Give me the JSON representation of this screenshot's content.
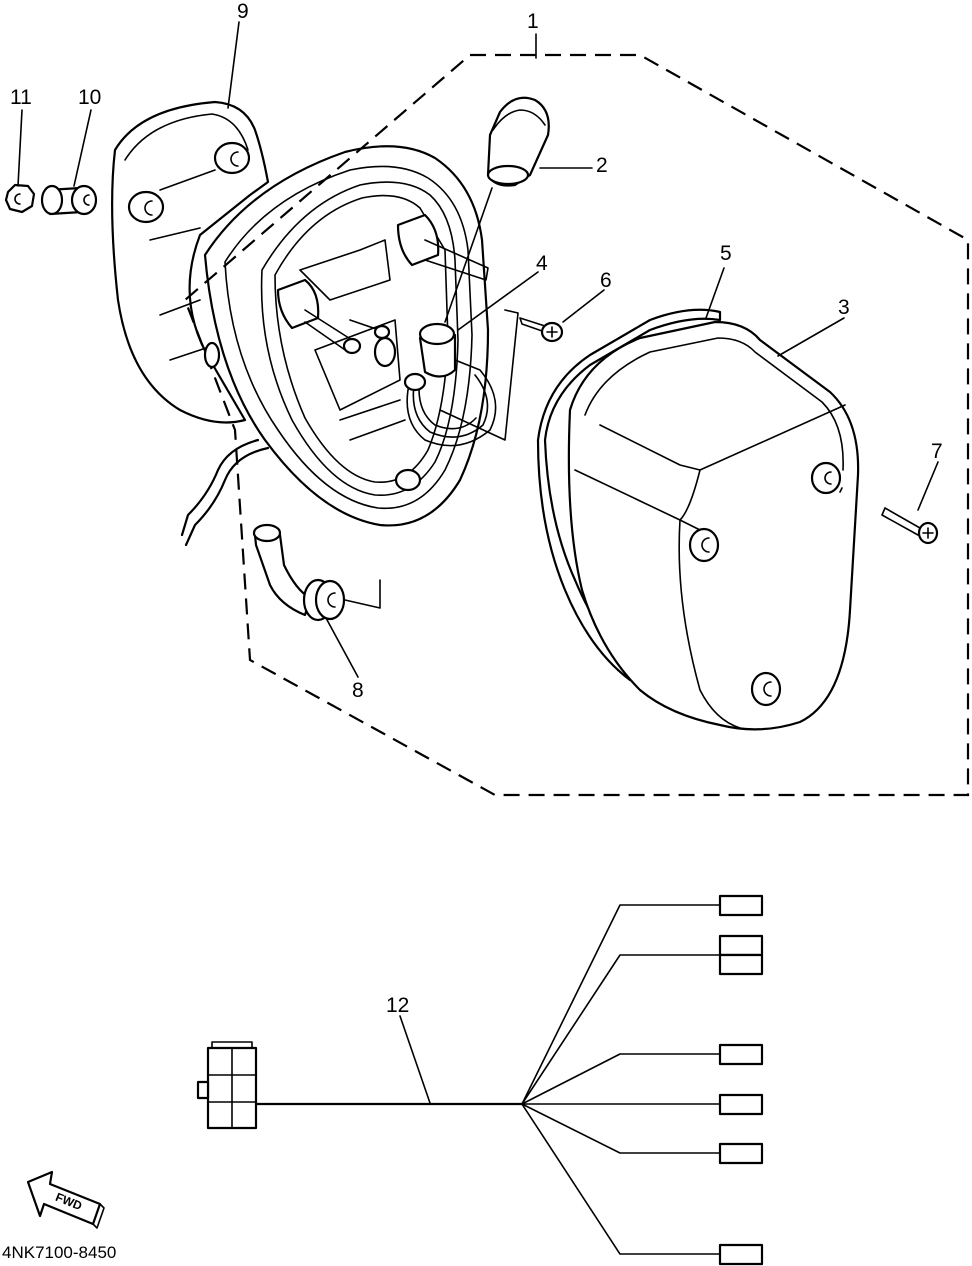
{
  "callouts": [
    {
      "id": "1",
      "text": "1"
    },
    {
      "id": "2",
      "text": "2"
    },
    {
      "id": "3",
      "text": "3"
    },
    {
      "id": "4",
      "text": "4"
    },
    {
      "id": "5",
      "text": "5"
    },
    {
      "id": "6",
      "text": "6"
    },
    {
      "id": "7",
      "text": "7"
    },
    {
      "id": "8",
      "text": "8"
    },
    {
      "id": "9",
      "text": "9"
    },
    {
      "id": "10",
      "text": "10"
    },
    {
      "id": "11",
      "text": "11"
    },
    {
      "id": "12",
      "text": "12"
    }
  ],
  "fwd_label": "FWD",
  "drawing_code": "4NK7100-8450"
}
